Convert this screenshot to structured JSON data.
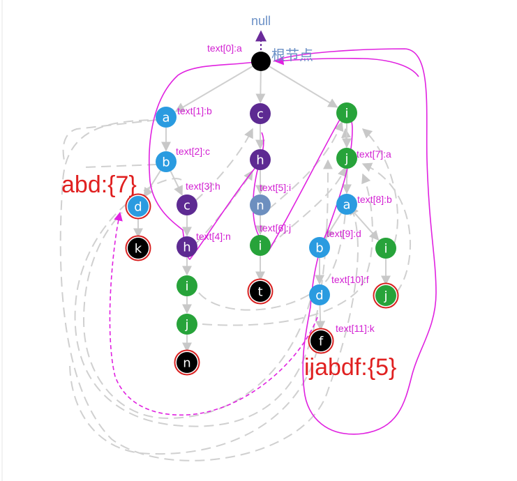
{
  "colors": {
    "black": "#000000",
    "blue": "#2a9be0",
    "purple": "#5d2a92",
    "green": "#27a33a",
    "slate": "#6d8fbf",
    "magenta": "#e021e0",
    "gray": "#cfcfcf",
    "red_label": "#e02020",
    "blue_label": "#6b90c6",
    "ring": "#d82020"
  },
  "null_label": "null",
  "root_label": "根节点",
  "nodes": [
    {
      "id": "root",
      "letter": "",
      "color": "black"
    },
    {
      "id": "a1",
      "letter": "a",
      "color": "blue"
    },
    {
      "id": "b1",
      "letter": "b",
      "color": "blue"
    },
    {
      "id": "d1",
      "letter": "d",
      "color": "blue",
      "ring": true
    },
    {
      "id": "k1",
      "letter": "k",
      "color": "black",
      "ring": true
    },
    {
      "id": "c2",
      "letter": "c",
      "color": "purple"
    },
    {
      "id": "h2",
      "letter": "h",
      "color": "purple"
    },
    {
      "id": "i2",
      "letter": "i",
      "color": "green"
    },
    {
      "id": "j2",
      "letter": "j",
      "color": "green"
    },
    {
      "id": "n2",
      "letter": "n",
      "color": "black",
      "ring": true
    },
    {
      "id": "c3",
      "letter": "c",
      "color": "purple"
    },
    {
      "id": "h3",
      "letter": "h",
      "color": "purple"
    },
    {
      "id": "n3",
      "letter": "n",
      "color": "slate"
    },
    {
      "id": "i3",
      "letter": "i",
      "color": "green"
    },
    {
      "id": "t3",
      "letter": "t",
      "color": "black",
      "ring": true
    },
    {
      "id": "i4",
      "letter": "i",
      "color": "green"
    },
    {
      "id": "j4",
      "letter": "j",
      "color": "green"
    },
    {
      "id": "a4",
      "letter": "a",
      "color": "blue"
    },
    {
      "id": "b4",
      "letter": "b",
      "color": "blue"
    },
    {
      "id": "d4",
      "letter": "d",
      "color": "blue"
    },
    {
      "id": "f4",
      "letter": "f",
      "color": "black",
      "ring": true
    },
    {
      "id": "i5",
      "letter": "i",
      "color": "green"
    },
    {
      "id": "j5",
      "letter": "j",
      "color": "green",
      "ring": true
    }
  ],
  "edges": [
    [
      "root",
      "a1"
    ],
    [
      "root",
      "c3"
    ],
    [
      "root",
      "i4"
    ],
    [
      "a1",
      "b1"
    ],
    [
      "b1",
      "d1"
    ],
    [
      "d1",
      "k1"
    ],
    [
      "b1",
      "c2"
    ],
    [
      "c2",
      "h2"
    ],
    [
      "h2",
      "i2"
    ],
    [
      "i2",
      "j2"
    ],
    [
      "j2",
      "n2"
    ],
    [
      "c3",
      "h3"
    ],
    [
      "h3",
      "n3"
    ],
    [
      "n3",
      "i3"
    ],
    [
      "i3",
      "t3"
    ],
    [
      "i4",
      "j4"
    ],
    [
      "j4",
      "a4"
    ],
    [
      "a4",
      "b4"
    ],
    [
      "b4",
      "d4"
    ],
    [
      "d4",
      "f4"
    ],
    [
      "a4",
      "i5"
    ],
    [
      "i5",
      "j5"
    ]
  ],
  "edge_labels": [
    "text[0]:a",
    "text[1]:b",
    "text[2]:c",
    "text[3]:h",
    "text[4]:n",
    "text[5]:i",
    "text[6]:j",
    "text[7]:a",
    "text[8]:b",
    "text[9]:d",
    "text[10]:f",
    "text[11]:k"
  ],
  "output_labels": [
    "abd:{7}",
    "ijabdf:{5}"
  ]
}
